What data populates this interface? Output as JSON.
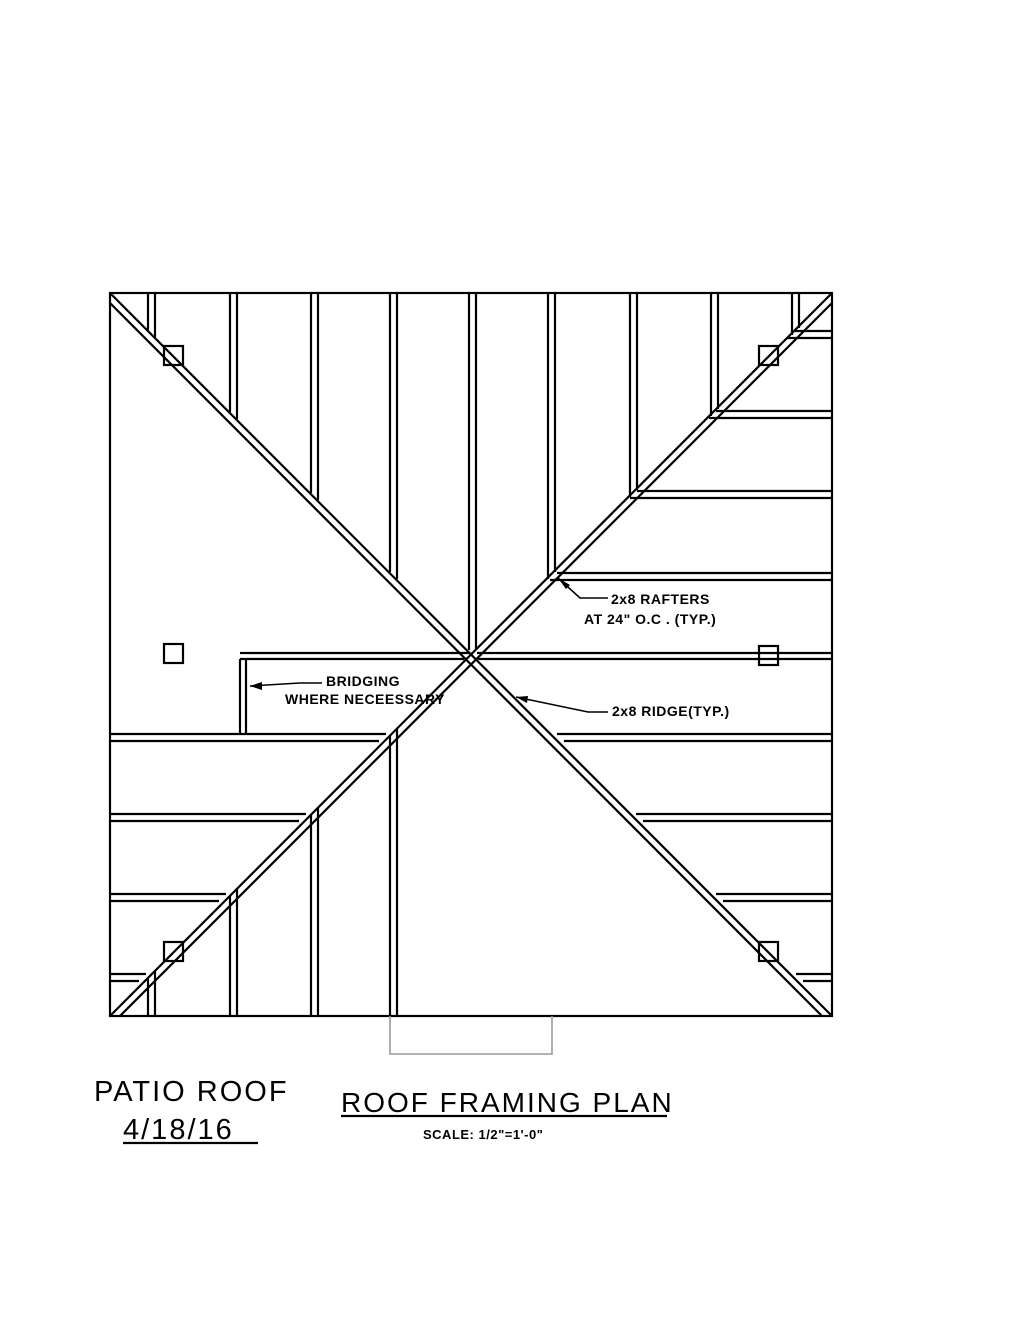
{
  "plan": {
    "notes": {
      "rafters_line1": "2x8 RAFTERS",
      "rafters_line2": "AT 24\" O.C . (TYP.)",
      "bridging_line1": "BRIDGING",
      "bridging_line2": "WHERE NECEESSARY",
      "ridge": "2x8 RIDGE(TYP.)"
    }
  },
  "title_block": {
    "project_line1": "PATIO ROOF",
    "project_line2": "4/18/16",
    "drawing_title": "ROOF FRAMING PLAN",
    "scale": "SCALE: 1/2\"=1'-0\""
  }
}
